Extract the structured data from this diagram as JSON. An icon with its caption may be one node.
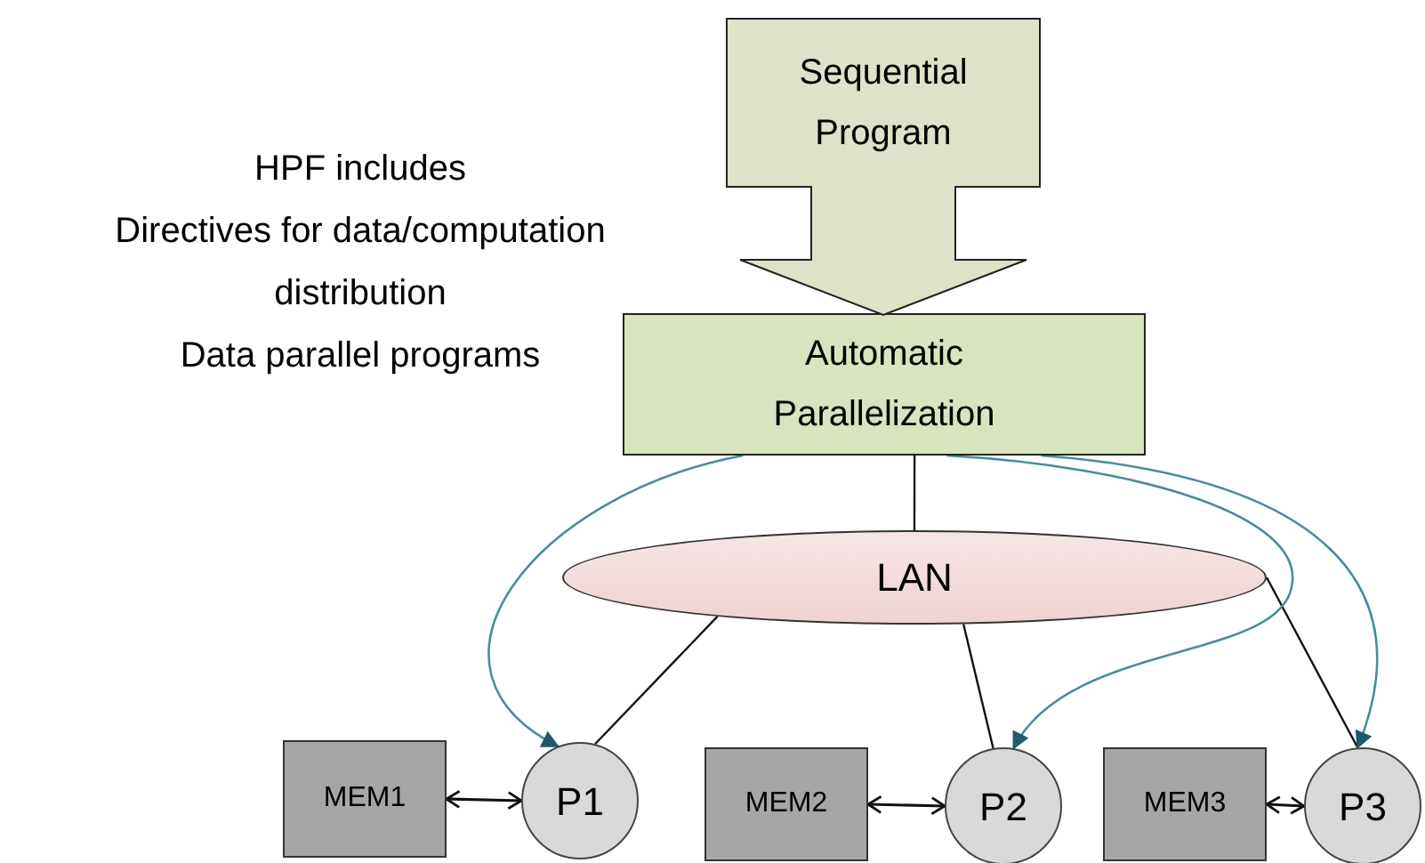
{
  "diagram": {
    "nodes": [
      {
        "text": [
          "Sequential Program"
        ]
      },
      {
        "text": [
          "Automatic Parallelization"
        ]
      },
      {
        "text": [
          "LAN"
        ]
      },
      {
        "text": [
          "MEM1"
        ]
      },
      {
        "text": [
          "P1"
        ]
      },
      {
        "text": [
          "MEM2"
        ]
      },
      {
        "text": [
          "P2"
        ]
      },
      {
        "text": [
          "MEM3"
        ]
      },
      {
        "text": [
          "P3"
        ]
      }
    ],
    "edges": [
      {
        "from": 1,
        "to": 2,
        "arrow": "none"
      },
      {
        "from": 2,
        "to": 4,
        "arrow": "none"
      },
      {
        "from": 2,
        "to": 6,
        "arrow": "none"
      },
      {
        "from": 2,
        "to": 8,
        "arrow": "none"
      },
      {
        "from": 1,
        "to": 4,
        "arrow": "to",
        "color": "#4a8b9c"
      },
      {
        "from": 1,
        "to": 6,
        "arrow": "to",
        "color": "#4a8b9c"
      },
      {
        "from": 1,
        "to": 8,
        "arrow": "to",
        "color": "#4a8b9c"
      },
      {
        "from": 3,
        "to": 4,
        "arrow": "both"
      },
      {
        "from": 5,
        "to": 6,
        "arrow": "both"
      },
      {
        "from": 7,
        "to": 8,
        "arrow": "both"
      }
    ],
    "labels": [
      "HPF includes",
      "Directives for data/computation distribution",
      "Data parallel programs"
    ]
  }
}
